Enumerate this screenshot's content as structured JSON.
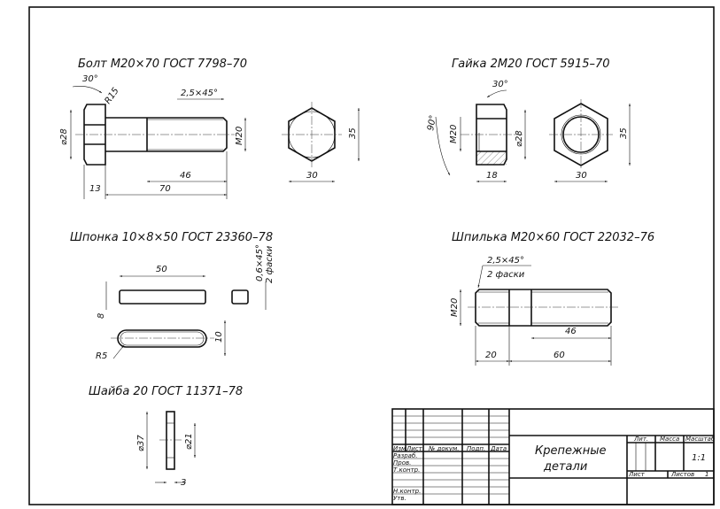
{
  "titles": {
    "bolt": "Болт М20×70 ГОСТ 7798–70",
    "nut": "Гайка 2М20 ГОСТ 5915–70",
    "key": "Шпонка 10×8×50 ГОСТ 23360–78",
    "stud": "Шпилька М20×60 ГОСТ 22032–76",
    "washer": "Шайба 20 ГОСТ 11371–78"
  },
  "bolt_dims": {
    "angle": "30°",
    "radius": "R15",
    "chamfer": "2,5×45°",
    "dia": "⌀28",
    "thread": "М20",
    "thread_len": "46",
    "length": "70",
    "head": "13",
    "across_corners": "35",
    "across_flats": "30"
  },
  "nut_dims": {
    "angle": "30°",
    "angle90": "90°",
    "thread": "М20",
    "dia": "⌀28",
    "height": "18",
    "across_corners": "35",
    "across_flats": "30"
  },
  "key_dims": {
    "length": "50",
    "height": "8",
    "width": "10",
    "radius": "R5",
    "chamfer": "0,6×45°",
    "chamfer_note": "2 фаски"
  },
  "stud_dims": {
    "chamfer": "2,5×45°",
    "chamfer_note": "2 фаски",
    "thread": "М20",
    "thread_len": "46",
    "stud_end": "20",
    "length": "60"
  },
  "washer_dims": {
    "outer": "⌀37",
    "inner": "⌀21",
    "thickness": "3"
  },
  "title_block": {
    "name_line1": "Крепежные",
    "name_line2": "детали",
    "headers": [
      "Изм",
      "Лист",
      "№ докум.",
      "Подп.",
      "Дата"
    ],
    "roles": [
      "Разраб.",
      "Пров.",
      "Т.контр.",
      "Н.контр.",
      "Утв."
    ],
    "lit": "Лит.",
    "mass": "Масса",
    "scale_label": "Масштаб",
    "scale": "1:1",
    "sheet": "Лист",
    "sheets": "Листов",
    "sheets_count": "1"
  }
}
